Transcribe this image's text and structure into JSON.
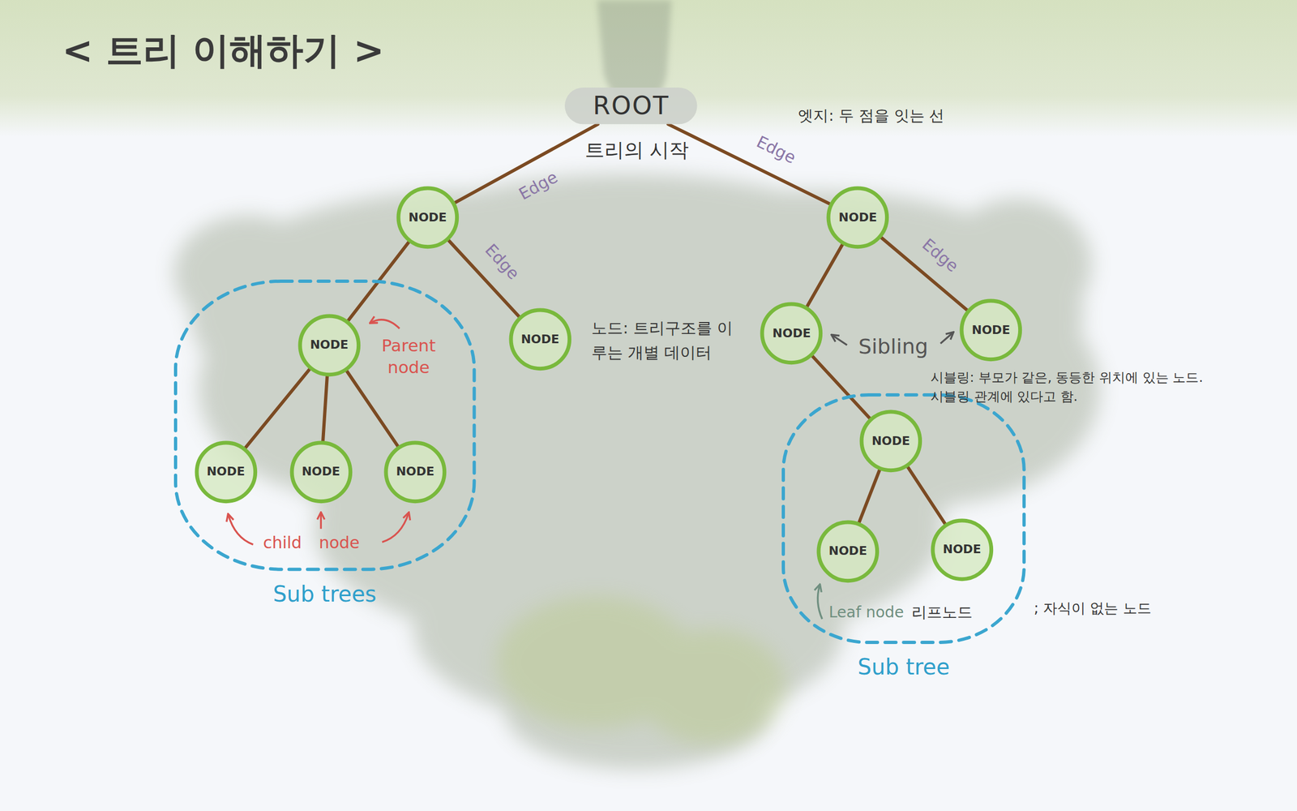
{
  "diagram": {
    "title": "< 트리 이해하기 >",
    "nodes": [
      {
        "text": [
          "ROOT"
        ]
      },
      {
        "text": [
          "NODE"
        ]
      },
      {
        "text": [
          "NODE"
        ]
      },
      {
        "text": [
          "Sub trees"
        ]
      },
      {
        "text": [
          "NODE"
        ],
        "in": 3
      },
      {
        "text": [
          "NODE"
        ],
        "in": 3
      },
      {
        "text": [
          "NODE"
        ],
        "in": 3
      },
      {
        "text": [
          "NODE"
        ],
        "in": 3
      },
      {
        "text": [
          "NODE"
        ]
      },
      {
        "text": [
          "NODE"
        ]
      },
      {
        "text": [
          "NODE"
        ]
      },
      {
        "text": [
          "Sub tree"
        ]
      },
      {
        "text": [
          "NODE"
        ],
        "in": 11
      },
      {
        "text": [
          "NODE"
        ],
        "in": 11
      },
      {
        "text": [
          "NODE"
        ],
        "in": 11
      }
    ],
    "edges": [
      {
        "from": 0,
        "to": 1,
        "arrow": "none",
        "label": "Edge"
      },
      {
        "from": 0,
        "to": 2,
        "arrow": "none",
        "label": "Edge"
      },
      {
        "from": 1,
        "to": 4,
        "arrow": "none"
      },
      {
        "from": 1,
        "to": 8,
        "arrow": "none",
        "label": "Edge"
      },
      {
        "from": 4,
        "to": 5,
        "arrow": "none"
      },
      {
        "from": 4,
        "to": 6,
        "arrow": "none"
      },
      {
        "from": 4,
        "to": 7,
        "arrow": "none"
      },
      {
        "from": 2,
        "to": 9,
        "arrow": "none"
      },
      {
        "from": 2,
        "to": 10,
        "arrow": "none",
        "label": "Edge"
      },
      {
        "from": 9,
        "to": 12,
        "arrow": "none"
      },
      {
        "from": 12,
        "to": 13,
        "arrow": "none"
      },
      {
        "from": 12,
        "to": 14,
        "arrow": "none"
      }
    ],
    "labels": [
      "트리의 시작",
      "엣지: 두 점을 잇는 선",
      "Parent node",
      "노드: 트리구조를 이루는 개별 데이터",
      "Sibling",
      "child node",
      "시블링: 부모가 같은, 동등한 위치에 있는 노드. 시블링 관계에 있다고 함.",
      "Leaf node",
      "리프노드",
      "; 자식이 없는 노드"
    ]
  }
}
